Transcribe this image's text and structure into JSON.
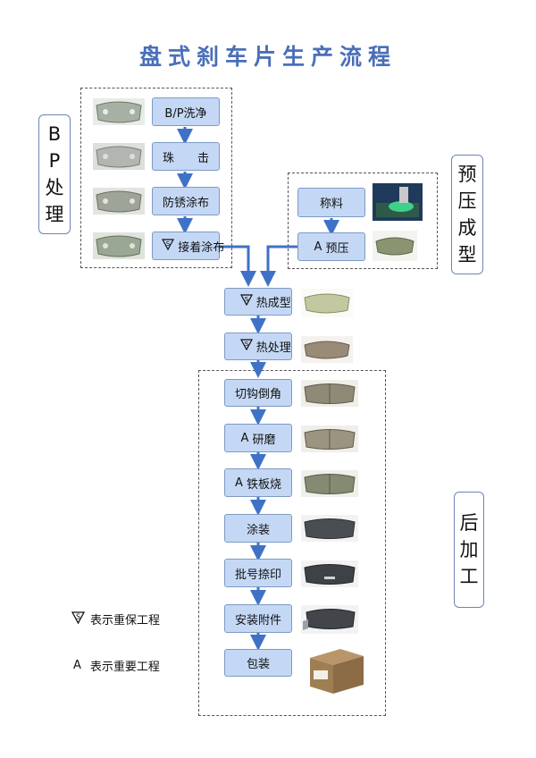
{
  "title": "盘式刹车片生产流程",
  "side_labels": {
    "bp": [
      "B",
      "P",
      "处",
      "理"
    ],
    "pre": [
      "预",
      "压",
      "成",
      "型"
    ],
    "post": [
      "后",
      "加",
      "工"
    ]
  },
  "bp_steps": [
    {
      "label": "B/P洗净",
      "mark": ""
    },
    {
      "label": "珠　　击",
      "mark": ""
    },
    {
      "label": "防锈涂布",
      "mark": ""
    },
    {
      "label": "接着涂布",
      "mark": "S"
    }
  ],
  "pre_steps": [
    {
      "label": "称料",
      "mark": ""
    },
    {
      "label": "预压",
      "mark": "A"
    }
  ],
  "main_steps": [
    {
      "label": "热成型",
      "mark": "S"
    },
    {
      "label": "热处理",
      "mark": "S"
    }
  ],
  "post_steps": [
    {
      "label": "切钩倒角",
      "mark": ""
    },
    {
      "label": "研磨",
      "mark": "A"
    },
    {
      "label": "铁板烧",
      "mark": "A"
    },
    {
      "label": "涂装",
      "mark": ""
    },
    {
      "label": "批号捺印",
      "mark": ""
    },
    {
      "label": "安装附件",
      "mark": ""
    },
    {
      "label": "包装",
      "mark": ""
    }
  ],
  "legend": {
    "s_mark": "S",
    "s_text": "表示重保工程",
    "a_mark": "A",
    "a_text": "表示重要工程"
  },
  "colors": {
    "box_fill": "#c4d8f5",
    "arrow": "#3f72c7",
    "title": "#4a6fb8"
  }
}
